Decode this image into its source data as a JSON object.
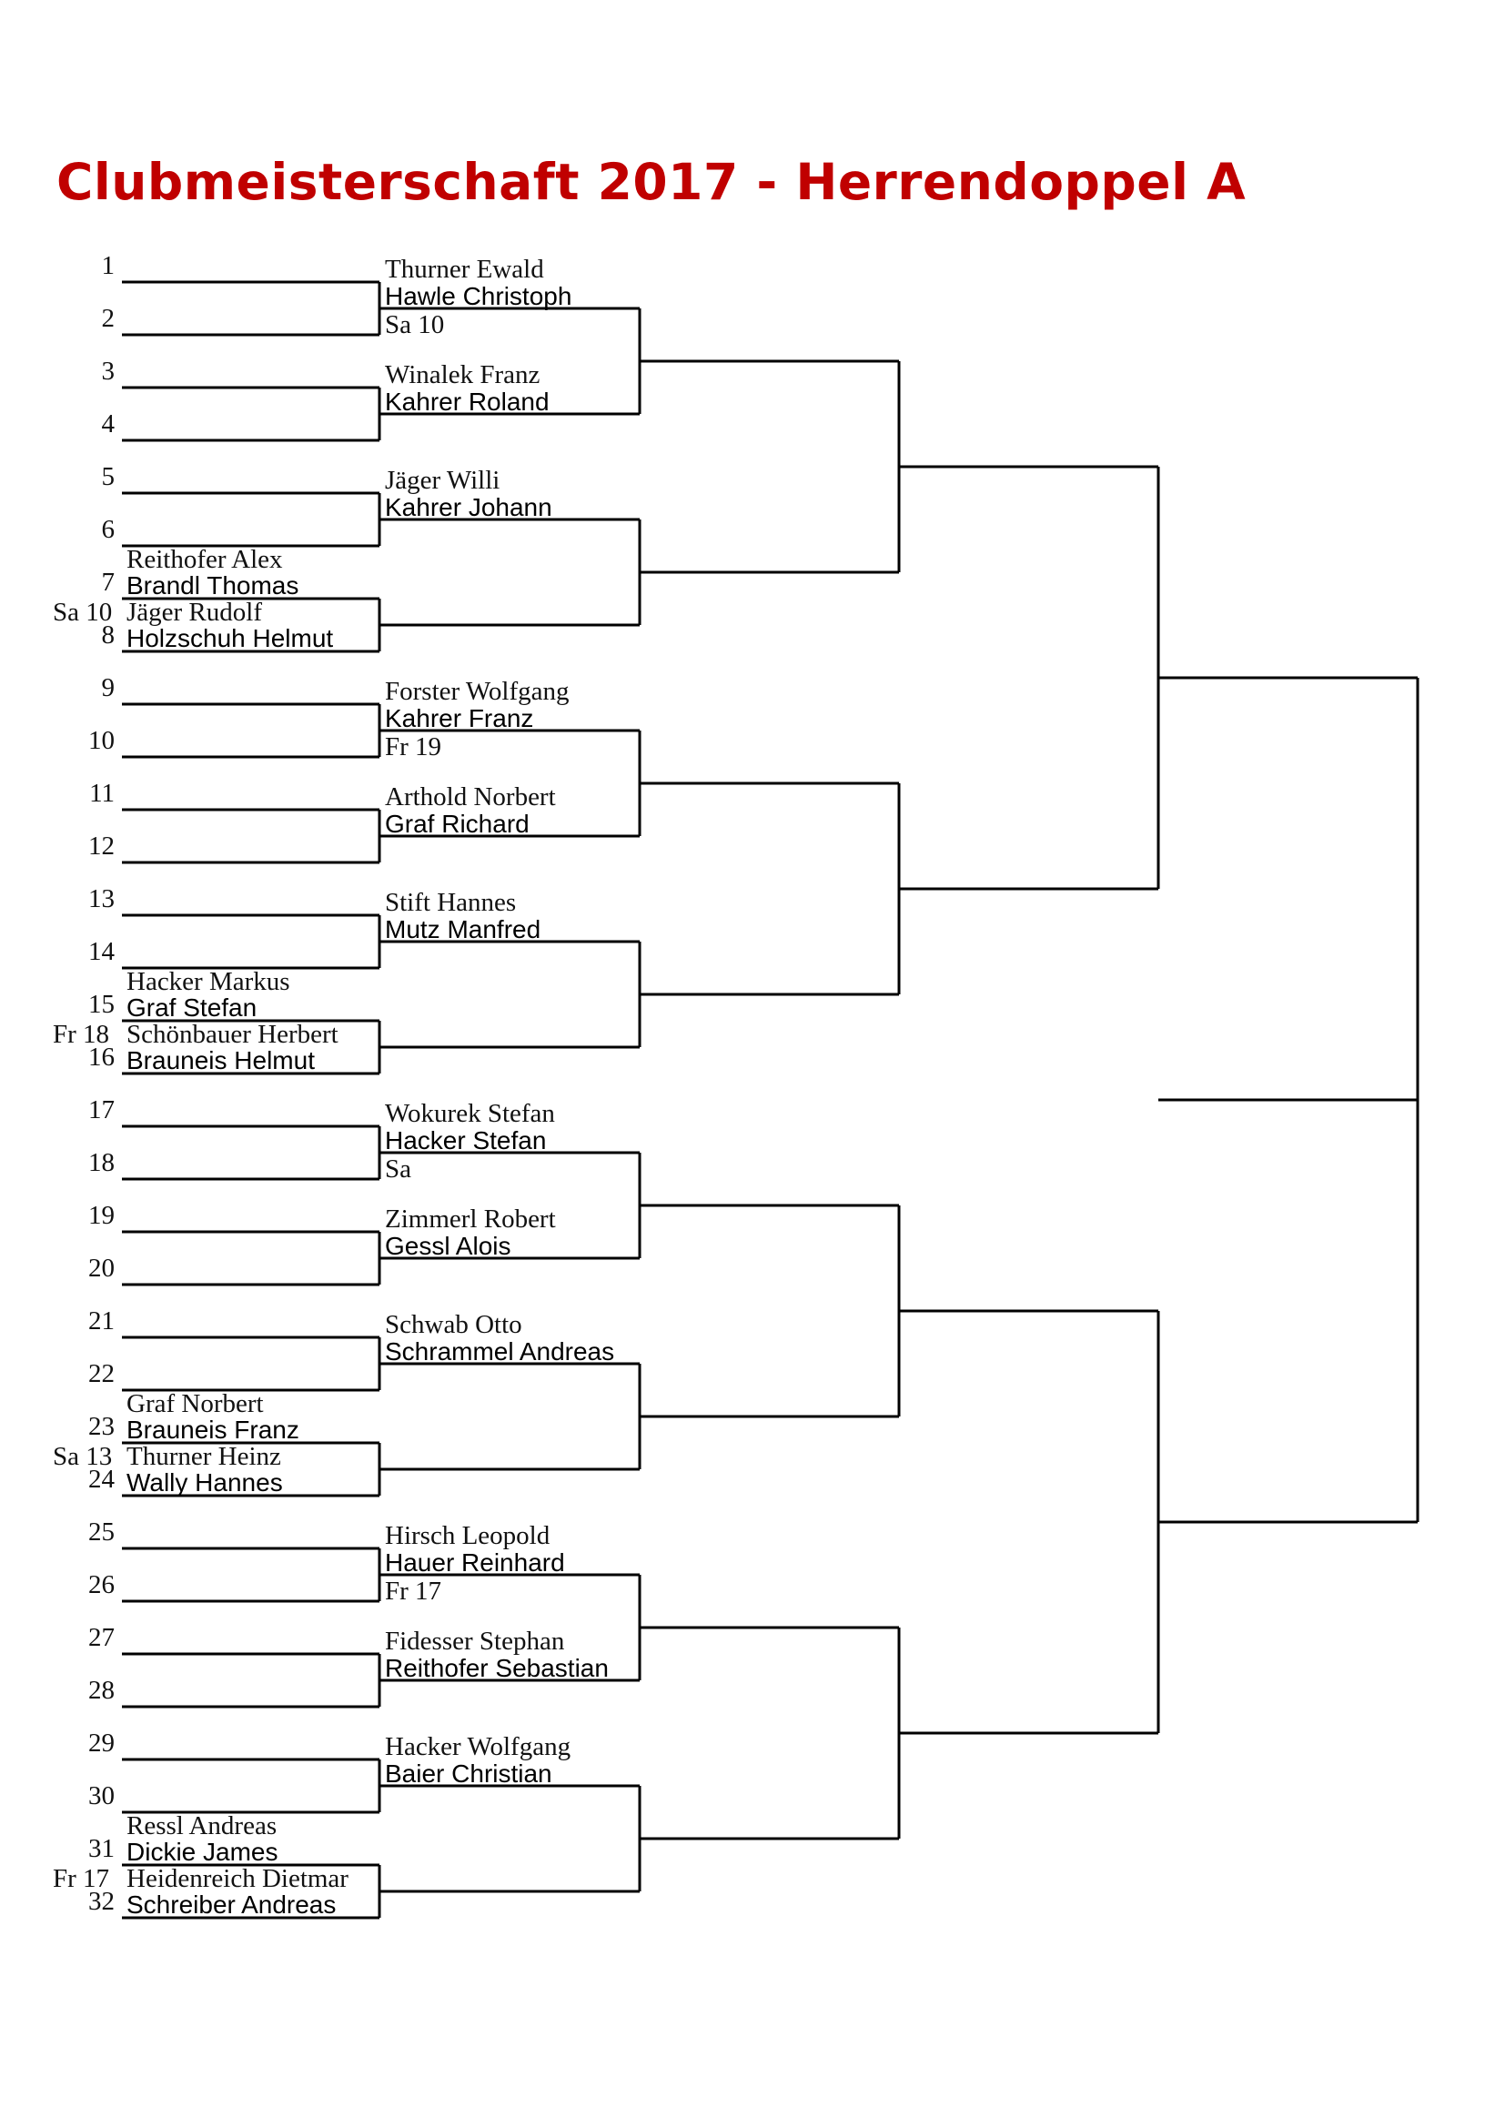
{
  "title": "Clubmeisterschaft 2017 - Herrendoppel A",
  "colors": {
    "title": "#c00000",
    "lines": "#000000"
  },
  "first_round": {
    "slots": [
      {
        "num": "1",
        "name": "",
        "prefix": ""
      },
      {
        "num": "2",
        "name": "",
        "prefix": ""
      },
      {
        "num": "3",
        "name": "",
        "prefix": ""
      },
      {
        "num": "4",
        "name": "",
        "prefix": ""
      },
      {
        "num": "5",
        "name": "",
        "prefix": ""
      },
      {
        "num": "6",
        "name": "",
        "prefix": ""
      },
      {
        "num": "7",
        "name": "Brandl Thomas",
        "prefix": ""
      },
      {
        "num": "8",
        "name": "Holzschuh Helmut",
        "prefix": ""
      },
      {
        "num": "9",
        "name": "",
        "prefix": ""
      },
      {
        "num": "10",
        "name": "",
        "prefix": ""
      },
      {
        "num": "11",
        "name": "",
        "prefix": ""
      },
      {
        "num": "12",
        "name": "",
        "prefix": ""
      },
      {
        "num": "13",
        "name": "",
        "prefix": ""
      },
      {
        "num": "14",
        "name": "",
        "prefix": ""
      },
      {
        "num": "15",
        "name": "Graf Stefan",
        "prefix": ""
      },
      {
        "num": "16",
        "name": "Brauneis Helmut",
        "prefix": ""
      },
      {
        "num": "17",
        "name": "",
        "prefix": ""
      },
      {
        "num": "18",
        "name": "",
        "prefix": ""
      },
      {
        "num": "19",
        "name": "",
        "prefix": ""
      },
      {
        "num": "20",
        "name": "",
        "prefix": ""
      },
      {
        "num": "21",
        "name": "",
        "prefix": ""
      },
      {
        "num": "22",
        "name": "",
        "prefix": ""
      },
      {
        "num": "23",
        "name": "Brauneis Franz",
        "prefix": ""
      },
      {
        "num": "24",
        "name": "Wally Hannes",
        "prefix": ""
      },
      {
        "num": "25",
        "name": "",
        "prefix": ""
      },
      {
        "num": "26",
        "name": "",
        "prefix": ""
      },
      {
        "num": "27",
        "name": "",
        "prefix": ""
      },
      {
        "num": "28",
        "name": "",
        "prefix": ""
      },
      {
        "num": "29",
        "name": "",
        "prefix": ""
      },
      {
        "num": "30",
        "name": "",
        "prefix": ""
      },
      {
        "num": "31",
        "name": "Dickie James",
        "prefix": ""
      },
      {
        "num": "32",
        "name": "Schreiber Andreas",
        "prefix": ""
      }
    ],
    "above_names": [
      {
        "slot": 7,
        "text": "Reithofer Alex"
      },
      {
        "slot": 8,
        "text": "Jäger Rudolf",
        "prefix": "Sa 10"
      },
      {
        "slot": 15,
        "text": "Hacker Markus"
      },
      {
        "slot": 16,
        "text": "Schönbauer Herbert",
        "prefix": "Fr 18"
      },
      {
        "slot": 23,
        "text": "Graf Norbert"
      },
      {
        "slot": 24,
        "text": "Thurner Heinz",
        "prefix": "Sa 13"
      },
      {
        "slot": 31,
        "text": "Ressl Andreas"
      },
      {
        "slot": 32,
        "text": "Heidenreich Dietmar",
        "prefix": "Fr 17"
      }
    ]
  },
  "second_round": {
    "slots": [
      {
        "top": "Thurner Ewald",
        "bottom": "Hawle Christoph",
        "schedule": "Sa 10"
      },
      {
        "top": "Winalek Franz",
        "bottom": "Kahrer Roland",
        "schedule": ""
      },
      {
        "top": "Jäger Willi",
        "bottom": "Kahrer Johann",
        "schedule": ""
      },
      {
        "top": "",
        "bottom": "",
        "schedule": ""
      },
      {
        "top": "Forster Wolfgang",
        "bottom": "Kahrer Franz",
        "schedule": "Fr 19"
      },
      {
        "top": "Arthold Norbert",
        "bottom": "Graf Richard",
        "schedule": ""
      },
      {
        "top": "Stift Hannes",
        "bottom": "Mutz Manfred",
        "schedule": ""
      },
      {
        "top": "",
        "bottom": "",
        "schedule": ""
      },
      {
        "top": "Wokurek Stefan",
        "bottom": "Hacker Stefan",
        "schedule": "Sa"
      },
      {
        "top": "Zimmerl Robert",
        "bottom": "Gessl Alois",
        "schedule": ""
      },
      {
        "top": "Schwab Otto",
        "bottom": "Schrammel Andreas",
        "schedule": ""
      },
      {
        "top": "",
        "bottom": "",
        "schedule": ""
      },
      {
        "top": "Hirsch Leopold",
        "bottom": "Hauer Reinhard",
        "schedule": "Fr 17"
      },
      {
        "top": "Fidesser Stephan",
        "bottom": "Reithofer Sebastian",
        "schedule": ""
      },
      {
        "top": "Hacker Wolfgang",
        "bottom": "Baier Christian",
        "schedule": ""
      },
      {
        "top": "",
        "bottom": "",
        "schedule": ""
      }
    ]
  },
  "rounds_empty": {
    "quarterfinals": 8,
    "semifinals": 4,
    "finals": 2,
    "champion": 1
  }
}
